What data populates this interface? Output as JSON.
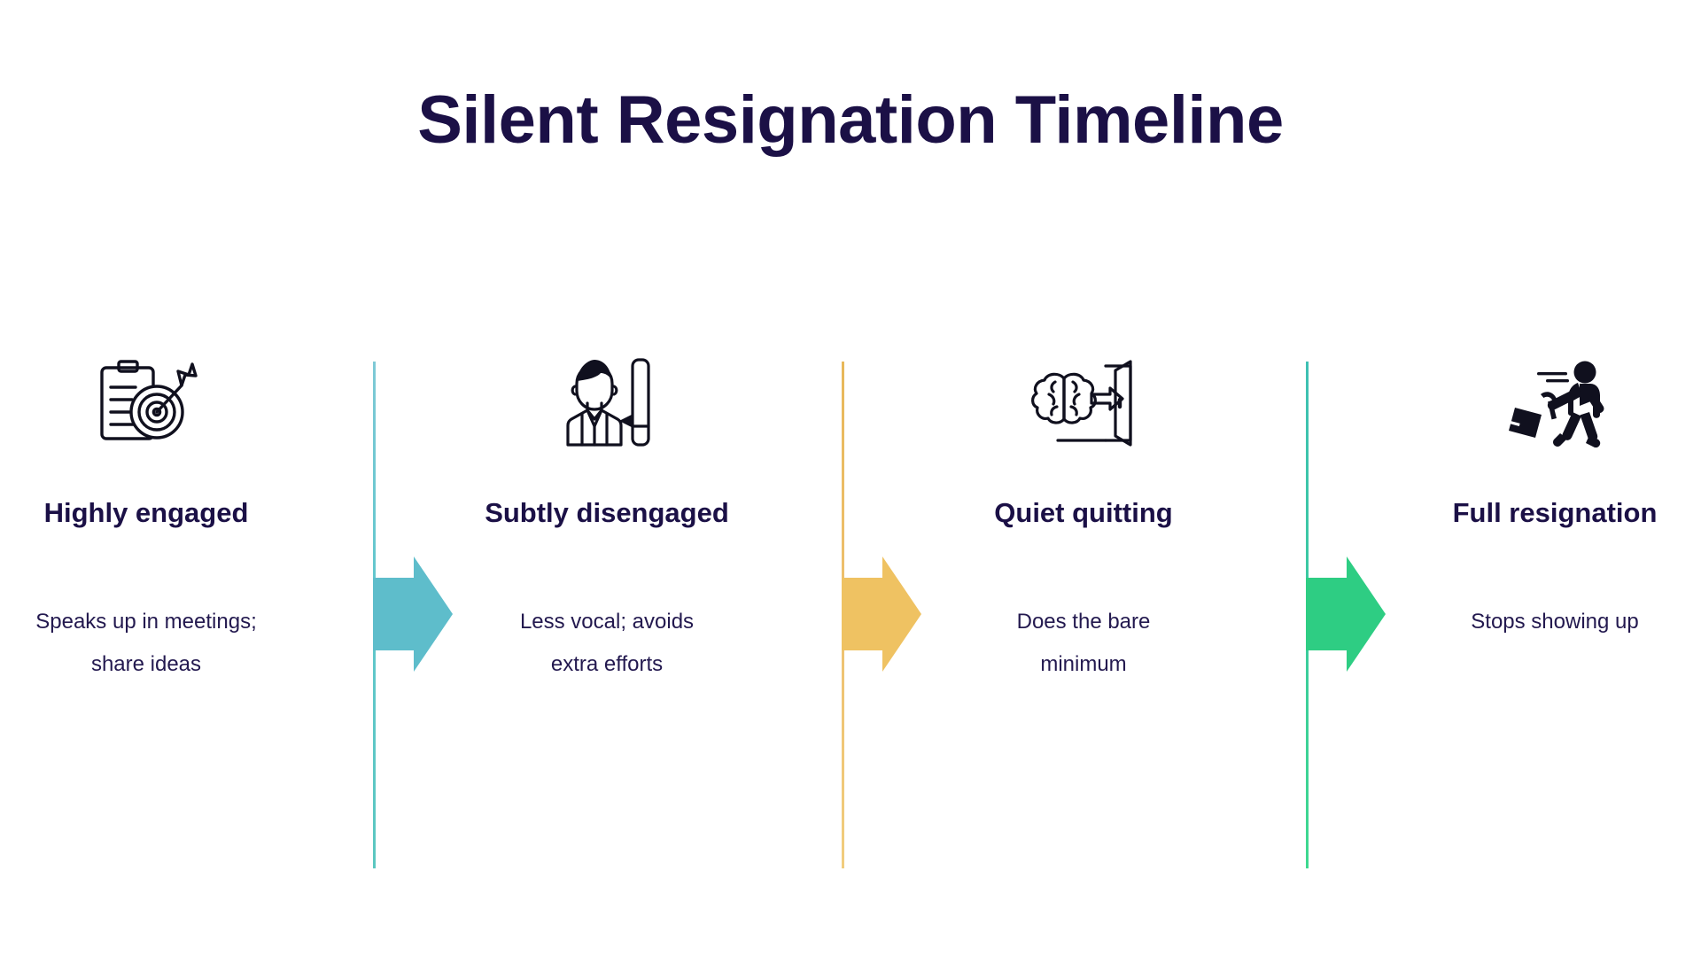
{
  "title": "Silent Resignation Timeline",
  "theme": {
    "title_color": "#1b1046",
    "label_color": "#1b1046",
    "body_color": "#23194f",
    "background": "#ffffff"
  },
  "stages": [
    {
      "icon": "clipboard-target-arrow-icon",
      "label": "Highly engaged",
      "description_line1": "Speaks up in meetings;",
      "description_line2": "share ideas"
    },
    {
      "icon": "employee-declining-chart-icon",
      "label": "Subtly disengaged",
      "description_line1": "Less vocal; avoids",
      "description_line2": "extra efforts"
    },
    {
      "icon": "brain-exiting-door-icon",
      "label": "Quiet quitting",
      "description_line1": "Does the bare",
      "description_line2": "minimum"
    },
    {
      "icon": "person-walking-away-briefcase-icon",
      "label": "Full resignation",
      "description_line1": "Stops showing up",
      "description_line2": ""
    }
  ],
  "connectors": [
    {
      "name": "arrow-stage1-to-stage2",
      "color": "#5ebdcb"
    },
    {
      "name": "arrow-stage2-to-stage3",
      "color": "#efc262"
    },
    {
      "name": "arrow-stage3-to-stage4",
      "color": "#2ecd83"
    }
  ],
  "dividers": [
    {
      "name": "divider-after-stage1",
      "color_top": "#7ec9d6",
      "color_bottom": "#5bc7c0"
    },
    {
      "name": "divider-after-stage2",
      "color_top": "#e8b85a",
      "color_bottom": "#f1cd7e"
    },
    {
      "name": "divider-after-stage3",
      "color_top": "#3ec0b4",
      "color_bottom": "#3ed98f"
    }
  ]
}
